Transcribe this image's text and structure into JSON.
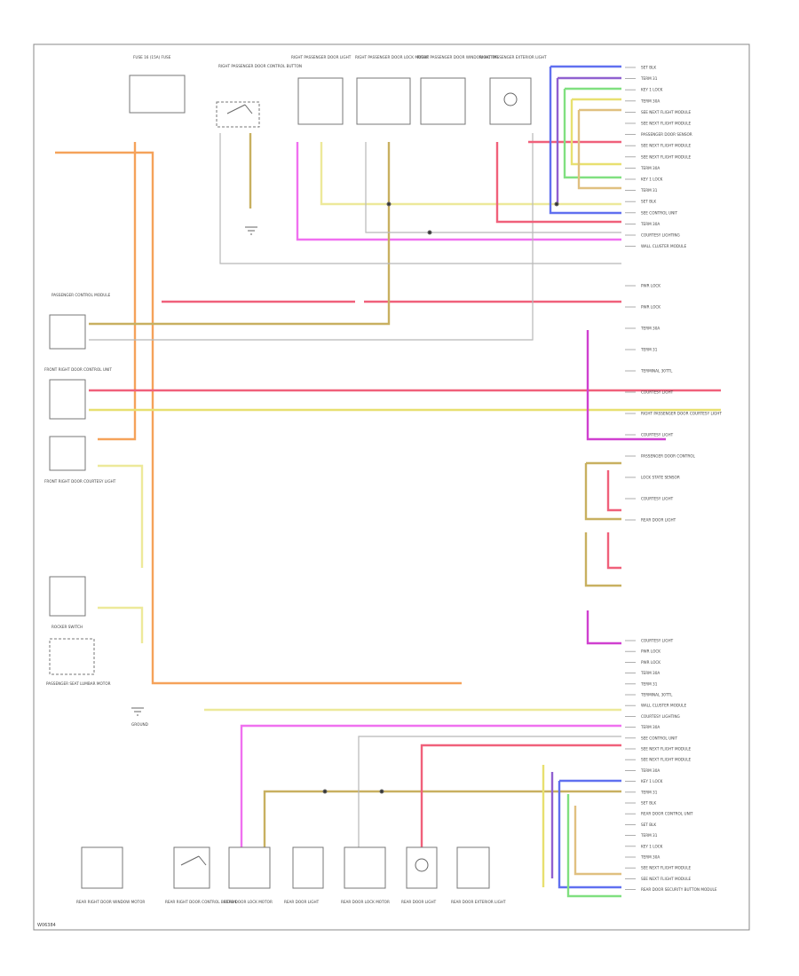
{
  "diagram": {
    "footer_code": "W06384",
    "wire_colors": {
      "red": "#f0607a",
      "orange": "#f5a25a",
      "pink": "#f070f0",
      "magenta": "#d040d0",
      "yellow": "#f0e060",
      "olive": "#c8b060",
      "lightyellow": "#f2f0a0",
      "green": "#80e080",
      "blue": "#6070f0",
      "purple": "#9060d0",
      "gray": "#b0b0b0",
      "black": "#333333",
      "tan": "#e0c080"
    },
    "top_components": [
      "FUSE 16 (15A) FUSE",
      "RIGHT PASSENGER DOOR CONTROL BUTTON",
      "RIGHT PASSENGER DOOR LIGHT",
      "RIGHT PASSENGER DOOR LOCK MOTOR",
      "RIGHT PASSENGER DOOR WINDOW MOTOR",
      "RIGHT PASSENGER EXTERIOR LIGHT"
    ],
    "left_components": [
      "PASSENGER CONTROL MODULE",
      "FRONT RIGHT DOOR CONTROL UNIT",
      "FRONT RIGHT DOOR COURTESY LIGHT",
      "ROCKER SWITCH",
      "PASSENGER SEAT LUMBAR MOTOR",
      "GROUND"
    ],
    "right_labels_top": [
      "SET BLK",
      "TERM 31",
      "KEY 1 LOCK",
      "TERM 30A",
      "SEE NEXT FLIGHT MODULE",
      "SEE NEXT FLIGHT MODULE",
      "PASSENGER DOOR SENSOR",
      "SEE NEXT FLIGHT MODULE",
      "SEE NEXT FLIGHT MODULE",
      "TERM 30A",
      "KEY 1 LOCK",
      "TERM 31",
      "SET BLK",
      "SEE CONTROL UNIT",
      "TERM 30A",
      "COURTESY LIGHTING",
      "WALL CLUSTER MODULE"
    ],
    "right_labels_middle": [
      "PWR LOCK",
      "PWR LOCK",
      "TERM 30A",
      "TERM 31",
      "TERMINAL 30TTL",
      "COURTESY LIGHT",
      "RIGHT PASSENGER DOOR COURTESY LIGHT",
      "COURTESY LIGHT",
      "PASSENGER DOOR CONTROL",
      "LOCK STATE SENSOR",
      "COURTESY LIGHT",
      "REAR DOOR LIGHT"
    ],
    "right_labels_bottom": [
      "COURTESY LIGHT",
      "PWR LOCK",
      "PWR LOCK",
      "TERM 30A",
      "TERM 31",
      "TERMINAL 30TTL",
      "WALL CLUSTER MODULE",
      "COURTESY LIGHTING",
      "TERM 30A",
      "SEE CONTROL UNIT",
      "SEE NEXT FLIGHT MODULE",
      "SEE NEXT FLIGHT MODULE",
      "TERM 30A",
      "KEY 1 LOCK",
      "TERM 31",
      "SET BLK",
      "REAR DOOR CONTROL UNIT",
      "SET BLK",
      "TERM 31",
      "KEY 1 LOCK",
      "TERM 30A",
      "SEE NEXT FLIGHT MODULE",
      "SEE NEXT FLIGHT MODULE",
      "REAR DOOR SECURITY BUTTON MODULE"
    ],
    "bottom_components": [
      "REAR RIGHT DOOR WINDOW MOTOR",
      "REAR RIGHT DOOR CONTROL BUTTON",
      "REAR DOOR LOCK MOTOR",
      "REAR DOOR LIGHT",
      "REAR DOOR LOCK MOTOR",
      "REAR DOOR LIGHT",
      "REAR DOOR EXTERIOR LIGHT"
    ]
  }
}
